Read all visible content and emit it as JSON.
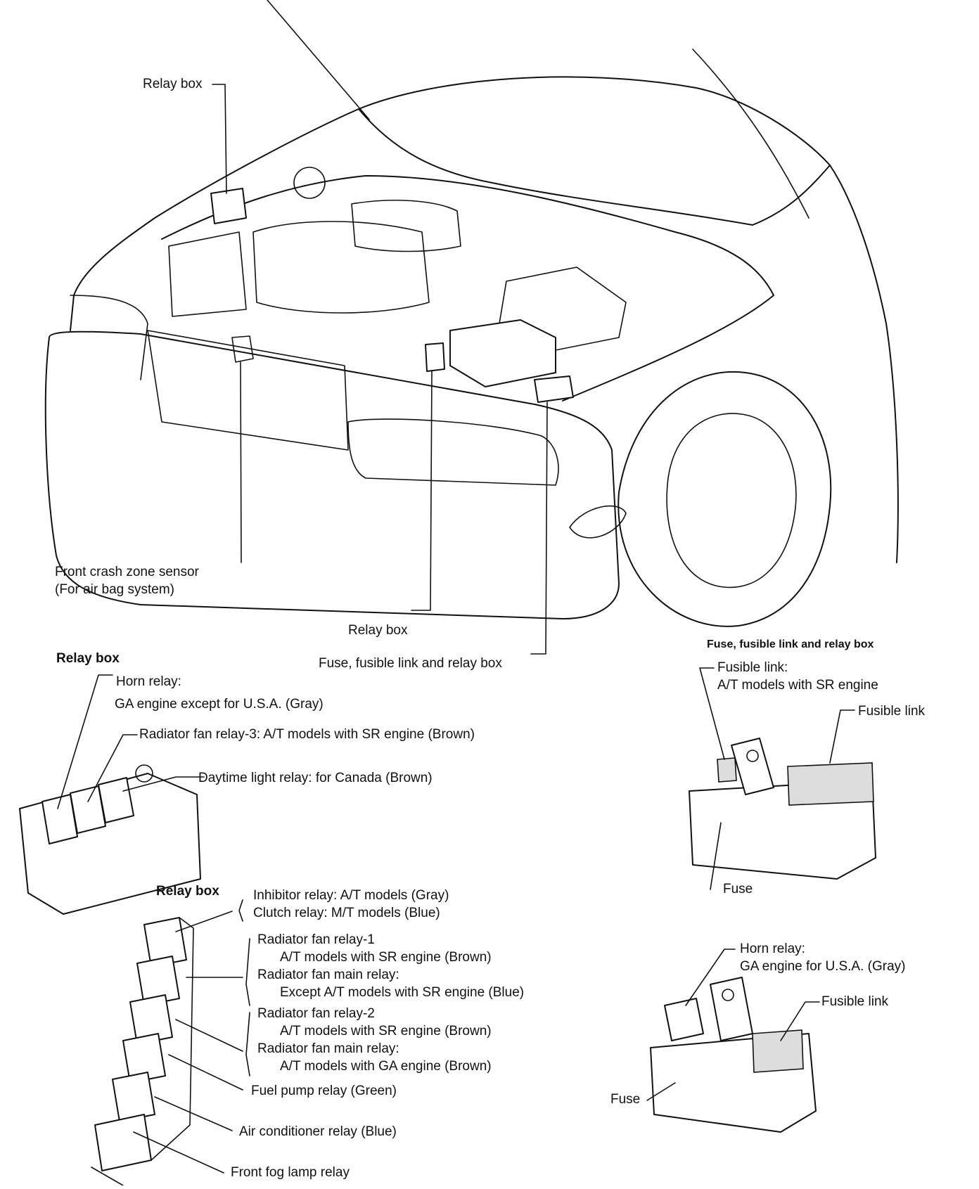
{
  "labels": {
    "relay_box_top": "Relay box",
    "front_crash_sensor_1": "Front crash zone sensor",
    "front_crash_sensor_2": "(For air bag system)",
    "relay_box_mid": "Relay box",
    "fuse_box_main": "Fuse, fusible link and relay box",
    "relay_box_header": "Relay box",
    "horn_relay_1": "Horn relay:",
    "horn_relay_2": "GA engine except for U.S.A. (Gray)",
    "radiator_fan_relay3": "Radiator fan relay-3: A/T models with SR engine (Brown)",
    "daytime_light_relay": "Daytime light relay: for Canada (Brown)",
    "relay_box_lower": "Relay box",
    "inhibitor_relay": "Inhibitor relay: A/T models (Gray)",
    "clutch_relay": "Clutch relay: M/T models (Blue)",
    "rad_fan_relay1": "Radiator fan relay-1",
    "rad_fan_relay1_sub": "A/T models with SR engine (Brown)",
    "rad_fan_main_1": "Radiator fan main relay:",
    "rad_fan_main_1_sub": "Except A/T models with SR engine (Blue)",
    "rad_fan_relay2": "Radiator fan relay-2",
    "rad_fan_relay2_sub": "A/T models with SR engine (Brown)",
    "rad_fan_main_2": "Radiator fan main relay:",
    "rad_fan_main_2_sub": "A/T models with GA engine (Brown)",
    "fuel_pump_relay": "Fuel pump relay (Green)",
    "ac_relay": "Air conditioner relay (Blue)",
    "fog_lamp_relay": "Front fog lamp relay",
    "fuse_box_header": "Fuse, fusible link and relay box",
    "fusible_link_1": "Fusible link:",
    "fusible_link_1_sub": "A/T models with SR engine",
    "fusible_link_2": "Fusible link",
    "fuse_1": "Fuse",
    "horn_relay_usa_1": "Horn relay:",
    "horn_relay_usa_2": "GA engine for U.S.A. (Gray)",
    "fusible_link_3": "Fusible link",
    "fuse_2": "Fuse"
  }
}
